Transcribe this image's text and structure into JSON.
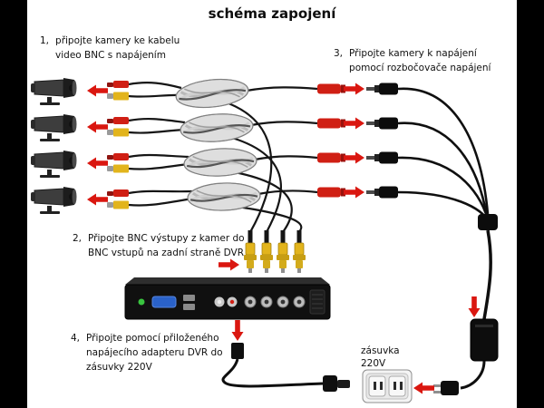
{
  "title": "schéma zapojení",
  "steps": [
    {
      "num": "1,",
      "text": "připojte kamery ke kabelu\nvideo BNC s napájením"
    },
    {
      "num": "2,",
      "text": "Připojte BNC výstupy z kamer do\nBNC vstupů na zadní straně DVR"
    },
    {
      "num": "3,",
      "text": "Připojte kamery k napájení\npomocí rozbočovače napájení"
    },
    {
      "num": "4,",
      "text": "Připojte pomocí přiloženého\nnapájecího adapteru DVR do\nzásuvky 220V"
    }
  ],
  "outlet_label": "zásuvka\n220V",
  "colors": {
    "arrow_red": "#da1710",
    "connector_red": "#d01f14",
    "bnc_yellow": "#e2b41c",
    "cable_black": "#151515",
    "coil_gray": "#dedede",
    "background": "#ffffff",
    "side_bars": "#000000"
  },
  "components": {
    "cameras_count": 4,
    "camera": "bullet-cctv-camera",
    "coil": "wrapped-cable-bundle",
    "dvr": "dvr-rear-panel",
    "splitter": "one-to-four-power-splitter",
    "adapter": "power-adapter",
    "outlet": "220v-wall-outlet",
    "bnc": "bnc-connector",
    "dc_plug": "dc-power-plug"
  }
}
